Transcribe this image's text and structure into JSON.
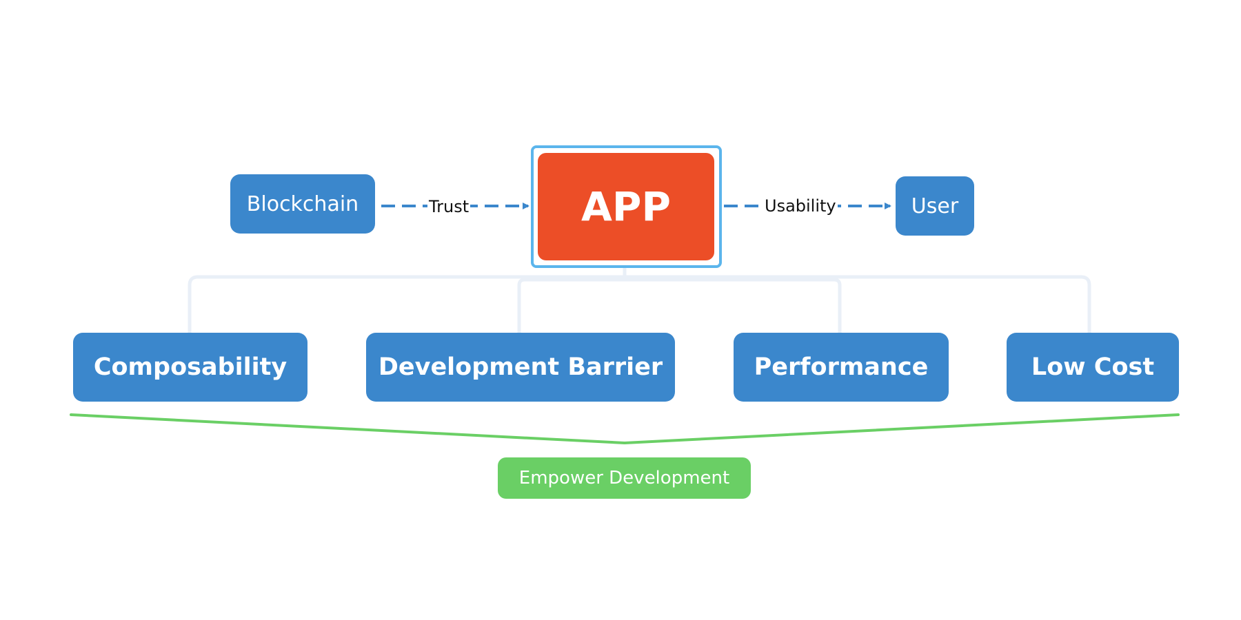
{
  "nodes": {
    "blockchain": "Blockchain",
    "app": "APP",
    "user": "User",
    "composability": "Composability",
    "development_barrier": "Development Barrier",
    "performance": "Performance",
    "low_cost": "Low Cost",
    "empower_development": "Empower Development"
  },
  "edges": {
    "trust": "Trust",
    "usability": "Usability"
  },
  "colors": {
    "node_blue": "#3b87cc",
    "app_orange": "#ec4e27",
    "app_frame": "#5bb5ec",
    "connector_light": "#e9eff7",
    "accent_green": "#6acf65",
    "arrow_blue": "#3b87cc"
  }
}
